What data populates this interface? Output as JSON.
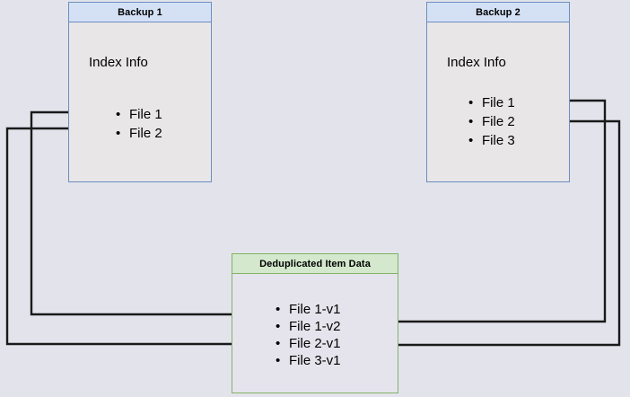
{
  "diagram": {
    "title_hidden": "Backup deduplication diagram",
    "background_color": "#e3e3ec",
    "boxes": [
      {
        "id": "backup1",
        "header": "Backup 1",
        "body_label": "Index Info",
        "border_color": "#6c8ebf",
        "header_color": "#d4e1f5",
        "items": [
          "File 1",
          "File 2"
        ]
      },
      {
        "id": "backup2",
        "header": "Backup 2",
        "body_label": "Index Info",
        "border_color": "#6c8ebf",
        "header_color": "#d4e1f5",
        "items": [
          "File 1",
          "File 2",
          "File 3"
        ]
      },
      {
        "id": "dedup",
        "header": "Deduplicated Item Data",
        "border_color": "#82b366",
        "header_color": "#d3e8cc",
        "items": [
          "File 1-v1",
          "File 1-v2",
          "File 2-v1",
          "File 3-v1"
        ]
      }
    ],
    "connectors": [
      {
        "from": "backup1.File 1",
        "to": "dedup.File 1-v1",
        "direction": "left-route"
      },
      {
        "from": "backup1.File 2",
        "to": "dedup.File 2-v1",
        "direction": "left-route"
      },
      {
        "from": "backup2.File 1",
        "to": "dedup.File 1-v2",
        "direction": "right-route"
      },
      {
        "from": "backup2.File 2",
        "to": "dedup.File 2-v1",
        "direction": "right-route"
      }
    ],
    "connector_color": "#1a1a1a"
  }
}
